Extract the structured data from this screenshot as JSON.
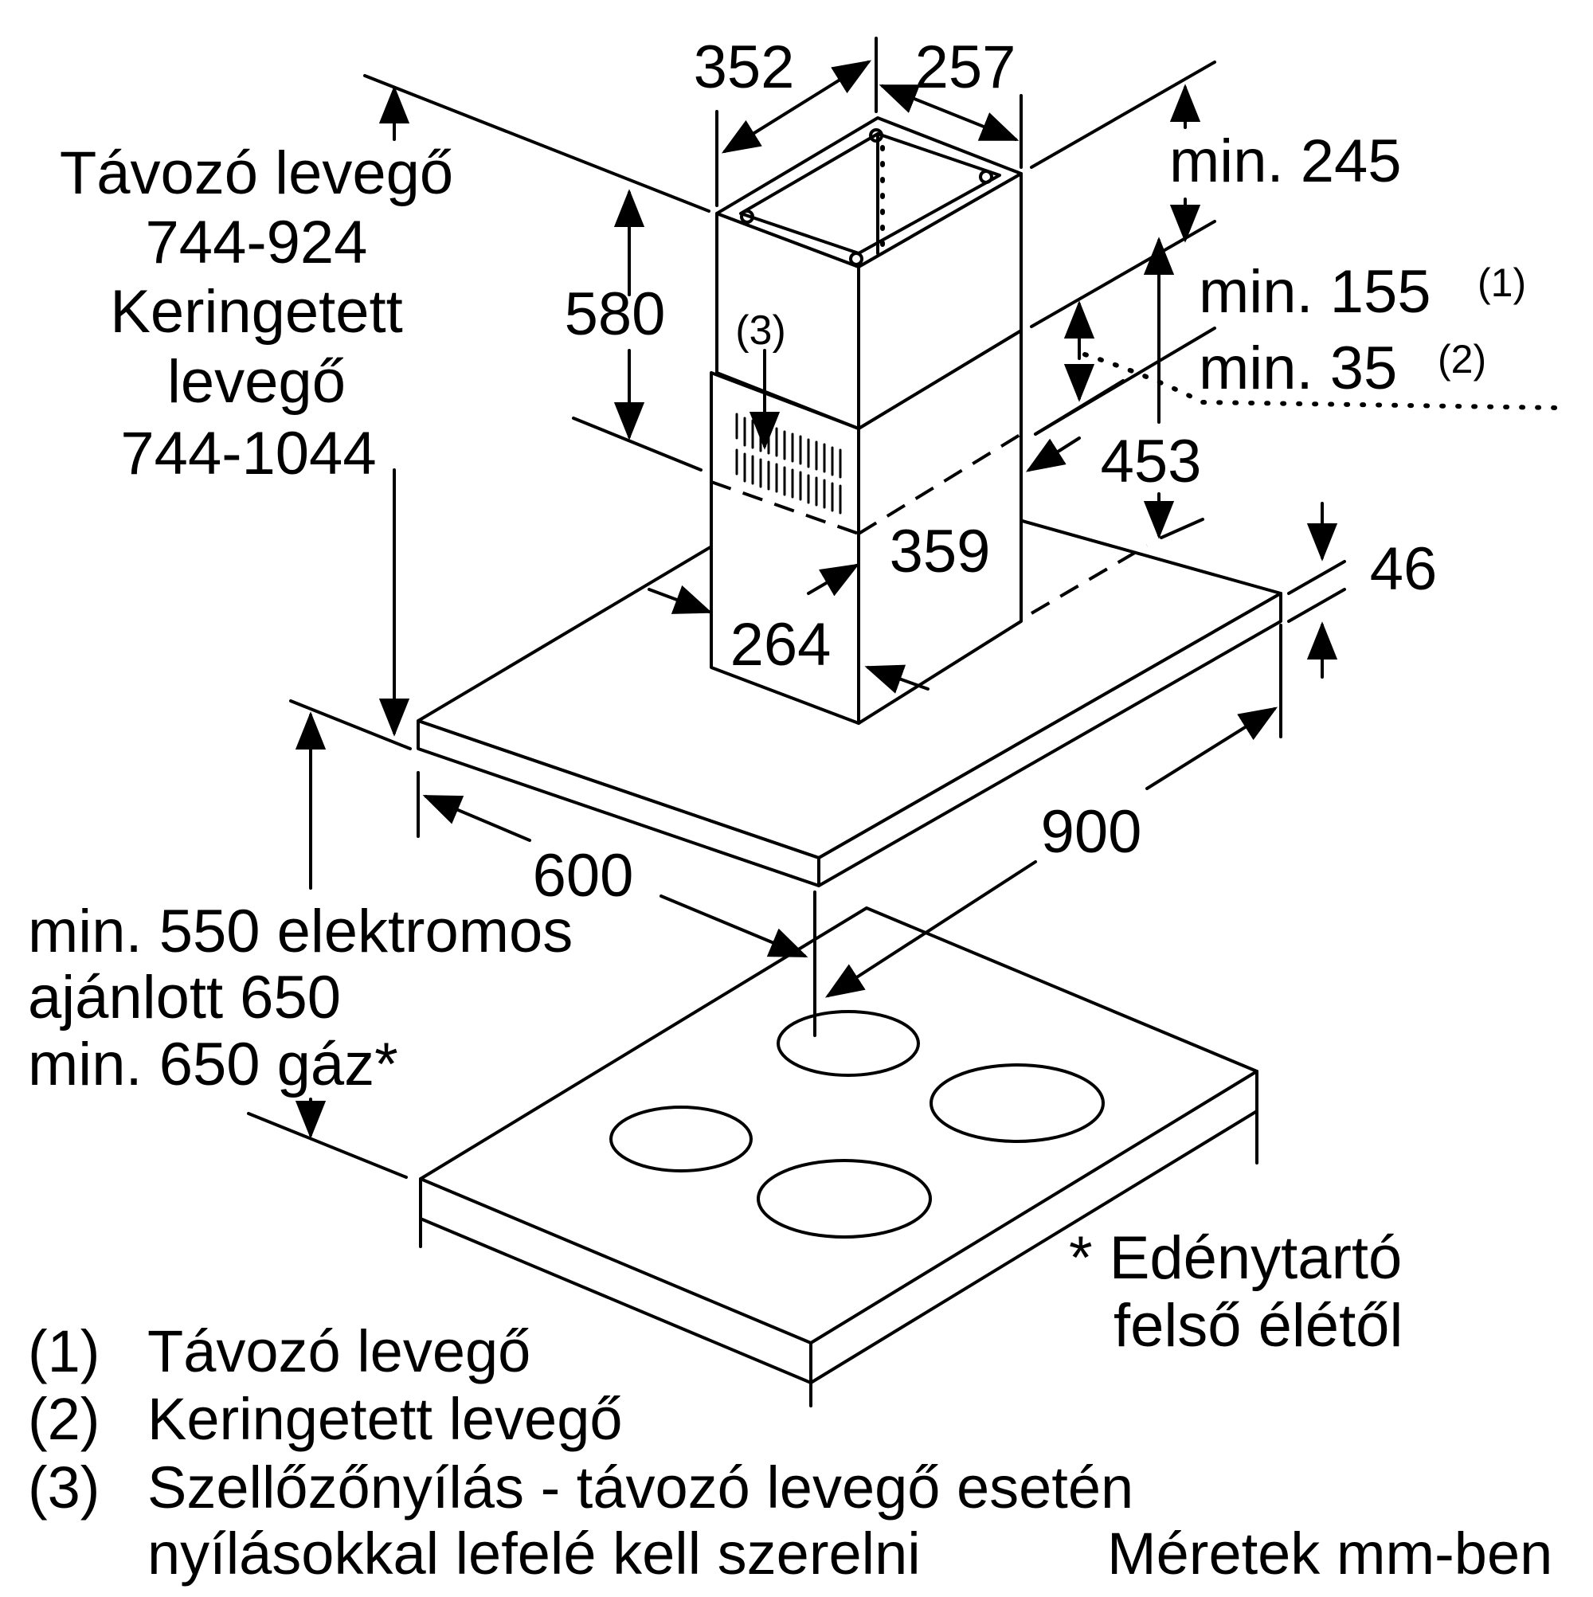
{
  "left_label": {
    "line1": "Távozó levegő",
    "line2": "744-924",
    "line3": "Keringetett",
    "line4": "levegő",
    "line5": "744-1044"
  },
  "dims": {
    "d352": "352",
    "d257": "257",
    "d580": "580",
    "min245": "min. 245",
    "min155": "min. 155",
    "min155_note": "(1)",
    "min35": "min. 35",
    "min35_note": "(2)",
    "d453": "453",
    "d46": "46",
    "d359": "359",
    "d264": "264",
    "d900": "900",
    "d600": "600",
    "vent_ref": "(3)"
  },
  "height_label": {
    "line1": "min. 550 elektromos",
    "line2": "ajánlott 650",
    "line3": "min. 650 gáz*"
  },
  "footnote_star": {
    "line1": "* Edénytartó",
    "line2": "felső élétől"
  },
  "legend": {
    "item1_num": "(1)",
    "item1_text": "Távozó levegő",
    "item2_num": "(2)",
    "item2_text": "Keringetett levegő",
    "item3_num": "(3)",
    "item3_text": "Szellőzőnyílás - távozó levegő esetén",
    "item3_text2": "nyílásokkal lefelé kell szerelni"
  },
  "units_note": "Méretek mm-ben"
}
